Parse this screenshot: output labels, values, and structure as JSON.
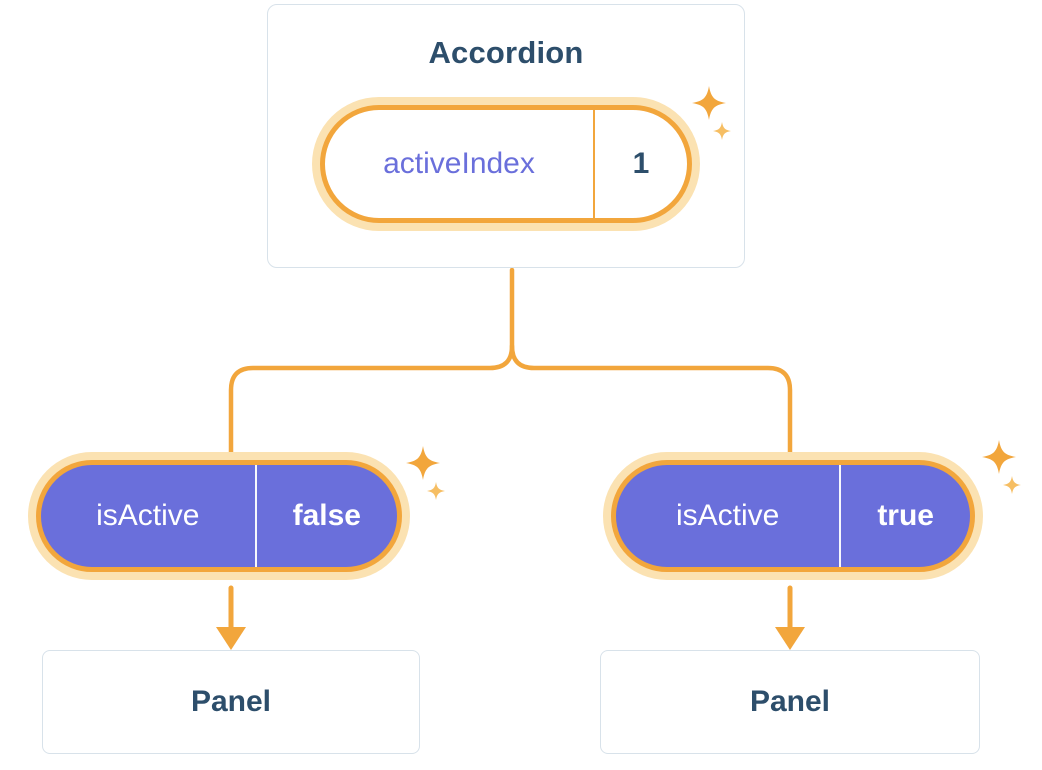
{
  "diagram": {
    "accordion": {
      "title": "Accordion",
      "state": {
        "key": "activeIndex",
        "value": "1"
      }
    },
    "left": {
      "prop": {
        "key": "isActive",
        "value": "false"
      },
      "panel": "Panel"
    },
    "right": {
      "prop": {
        "key": "isActive",
        "value": "true"
      },
      "panel": "Panel"
    }
  },
  "colors": {
    "accent_orange": "#F2A63C",
    "accent_orange_light": "#F6BE63",
    "glow_orange": "#FBE2B2",
    "purple": "#6A6FDB",
    "text_dark": "#2D4E6B",
    "card_border": "#D8E2EA",
    "white": "#FFFFFF"
  }
}
